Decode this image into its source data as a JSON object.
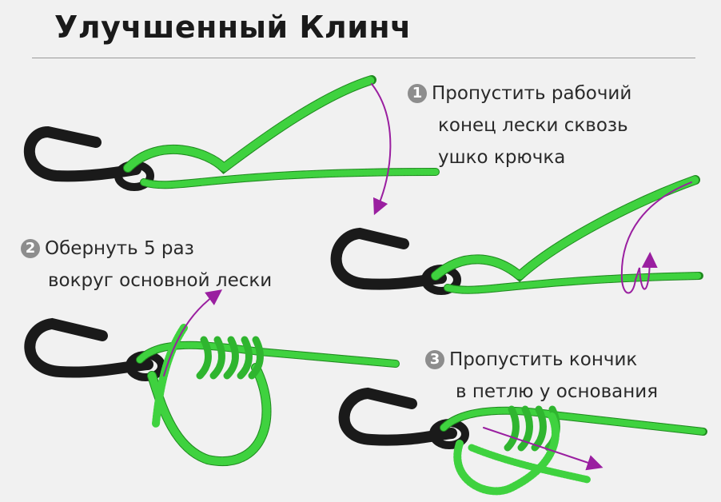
{
  "title": "Улучшенный Клинч",
  "steps": [
    {
      "number": "1",
      "lines": [
        "Пропустить рабочий",
        "конец лески сквозь",
        "ушко крючка"
      ]
    },
    {
      "number": "2",
      "lines": [
        "Обернуть 5 раз",
        "вокруг основной лески"
      ]
    },
    {
      "number": "3",
      "lines": [
        "Пропустить кончик",
        "в петлю у основания"
      ]
    }
  ],
  "colors": {
    "line": "#3fd23f",
    "line_dark": "#1f8a1f",
    "hook": "#1a1a1a",
    "arrow": "#9a1fa0",
    "badge": "#8d8d8d"
  }
}
